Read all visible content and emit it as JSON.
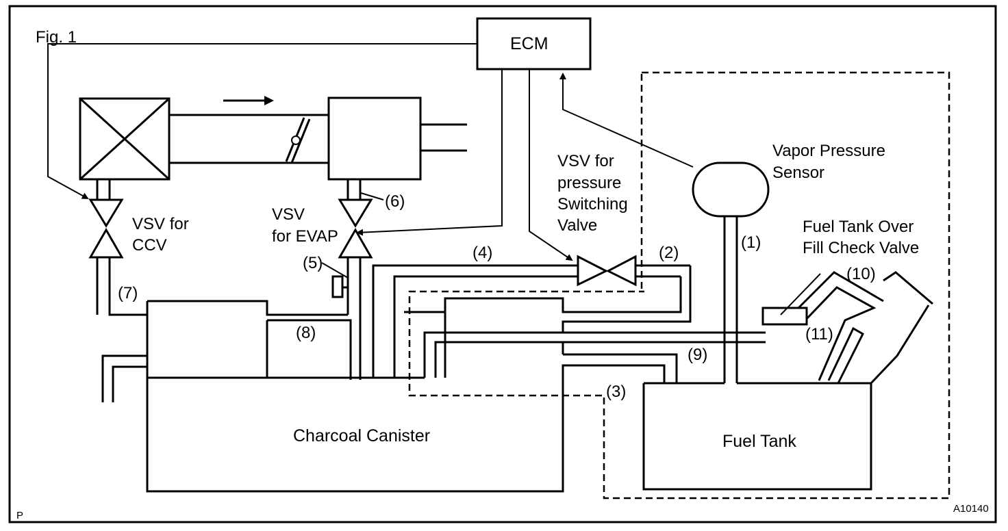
{
  "figure_label": "Fig. 1",
  "corner_mark": "P",
  "figure_code": "A10140",
  "components": {
    "ecm": "ECM",
    "vapor_pressure_sensor": [
      "Vapor Pressure",
      "Sensor"
    ],
    "vsv_pressure_switching": [
      "VSV for",
      "pressure",
      "Switching",
      "Valve"
    ],
    "vsv_ccv": [
      "VSV for",
      "CCV"
    ],
    "vsv_evap": [
      "VSV",
      "for EVAP"
    ],
    "fill_check_valve": [
      "Fuel Tank Over",
      "Fill Check Valve"
    ],
    "charcoal_canister": "Charcoal Canister",
    "fuel_tank": "Fuel Tank"
  },
  "callouts": [
    "(1)",
    "(2)",
    "(3)",
    "(4)",
    "(5)",
    "(6)",
    "(7)",
    "(8)",
    "(9)",
    "(10)",
    "(11)"
  ]
}
